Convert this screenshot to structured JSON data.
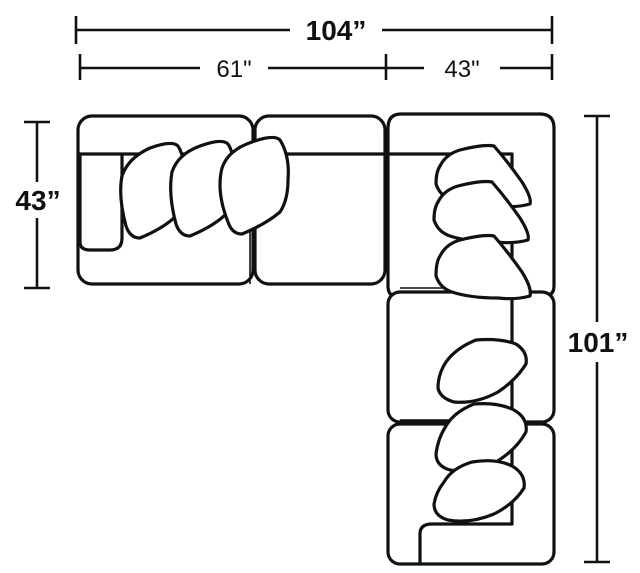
{
  "dimensions": {
    "overall_width": "104”",
    "left_section_width": "61\"",
    "right_section_width": "43\"",
    "left_depth": "43”",
    "overall_length": "101”"
  },
  "pieces": [
    "left-arm-seat",
    "armless-seat",
    "corner-seat",
    "armless-chaise-seat",
    "right-arm-seat"
  ],
  "pillow_count": 9
}
